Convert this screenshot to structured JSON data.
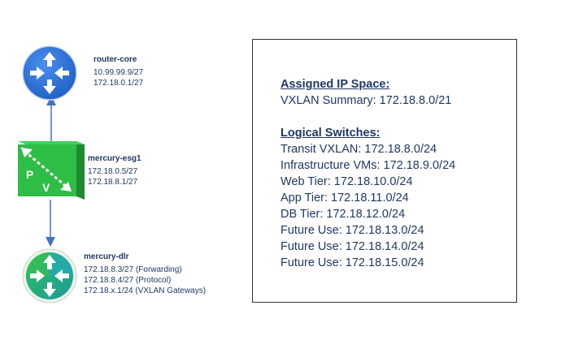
{
  "nodes": {
    "router": {
      "name": "router-core",
      "ips": [
        "10.99.99.9/27",
        "172.18.0.1/27"
      ],
      "icon": "router-icon"
    },
    "esg": {
      "name": "mercury-esg1",
      "ips": [
        "172.18.0.5/27",
        "172.18.8.1/27"
      ],
      "icon": "edge-gateway-icon",
      "icon_letters": [
        "P",
        "V"
      ]
    },
    "dlr": {
      "name": "mercury-dlr",
      "ips": [
        "172.18.8.3/27 (Forwarding)",
        "172.18.8.4/27 (Protocol)",
        "172.18.x.1/24 (VXLAN Gateways)"
      ],
      "icon": "distributed-router-icon"
    }
  },
  "info": {
    "assigned_heading": "Assigned IP Space:",
    "summary": "VXLAN Summary: 172.18.8.0/21",
    "switches_heading": "Logical Switches:",
    "switches": [
      "Transit VXLAN: 172.18.8.0/24",
      "Infrastructure VMs: 172.18.9.0/24",
      "Web Tier: 172.18.10.0/24",
      "App Tier: 172.18.11.0/24",
      "DB Tier: 172.18.12.0/24",
      "Future Use: 172.18.13.0/24",
      "Future Use: 172.18.14.0/24",
      "Future Use: 172.18.15.0/24"
    ]
  },
  "colors": {
    "router_blue": "#2f6fd1",
    "esg_green": "#2ebd45",
    "link_blue": "#4472c4",
    "text_navy": "#1f3864"
  }
}
